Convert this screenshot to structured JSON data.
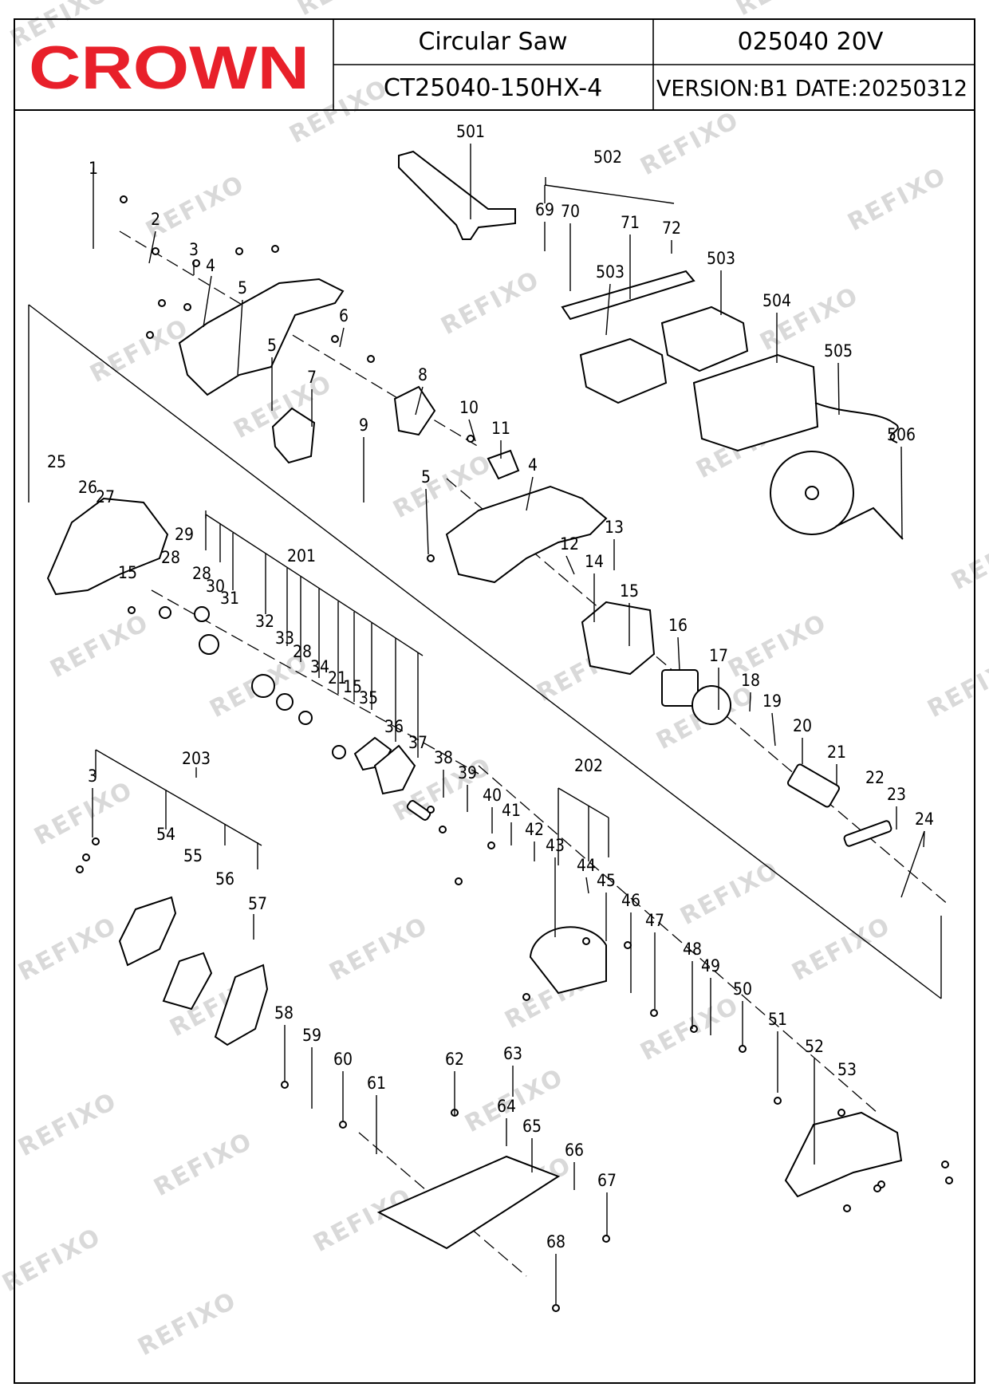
{
  "header": {
    "brand": "CROWN",
    "product_name": "Circular Saw",
    "model_code": "025040  20V",
    "model_number": "CT25040-150HX-4",
    "version_date": "VERSION:B1  DATE:20250312"
  },
  "watermark": "REFIXO",
  "part_labels": [
    "1",
    "2",
    "3",
    "4",
    "5",
    "5",
    "6",
    "7",
    "8",
    "9",
    "10",
    "11",
    "4",
    "5",
    "25",
    "26",
    "27",
    "29",
    "15",
    "28",
    "28",
    "30",
    "31",
    "201",
    "32",
    "33",
    "28",
    "34",
    "21",
    "15",
    "35",
    "36",
    "37",
    "12",
    "13",
    "14",
    "15",
    "16",
    "17",
    "18",
    "19",
    "20",
    "21",
    "22",
    "23",
    "24",
    "501",
    "502",
    "69",
    "70",
    "71",
    "72",
    "503",
    "503",
    "504",
    "505",
    "506",
    "3",
    "203",
    "54",
    "55",
    "56",
    "57",
    "38",
    "39",
    "40",
    "41",
    "42",
    "43",
    "202",
    "44",
    "45",
    "46",
    "47",
    "48",
    "49",
    "50",
    "51",
    "52",
    "53",
    "58",
    "59",
    "60",
    "61",
    "62",
    "63",
    "64",
    "65",
    "66",
    "67",
    "68"
  ],
  "colors": {
    "brand_red": "#e8202a",
    "line": "#000000",
    "watermark": "#d9d9d9"
  }
}
